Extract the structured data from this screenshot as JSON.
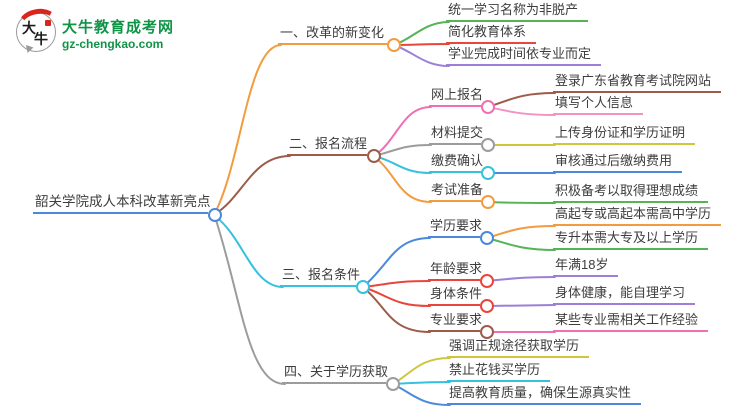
{
  "logo": {
    "icon_char_1": "大",
    "icon_char_2": "牛",
    "site_name": "大牛教育成考网",
    "site_url": "gz-chengkao.com"
  },
  "palette": {
    "blue": "#4a89dc",
    "orange": "#f29b3f",
    "brown": "#9e5b49",
    "green": "#55b455",
    "red": "#e8453c",
    "purple": "#9d80d6",
    "pink": "#ee6fb3",
    "pinklight": "#f393c4",
    "gray": "#9c9c9c",
    "olive": "#cfc63d",
    "cyan": "#36c1de",
    "text": "#3d3d3d",
    "brand_green": "#0f9447",
    "brand_red": "#da251d"
  },
  "map": {
    "root": {
      "label": "韶关学院成人本科改革新亮点",
      "color": "#4a89dc"
    },
    "branches": [
      {
        "label": "一、改革的新变化",
        "color": "#f29b3f",
        "children": [
          {
            "label": "统一学习名称为非脱产",
            "color": "#55b455"
          },
          {
            "label": "简化教育体系",
            "color": "#e8453c"
          },
          {
            "label": "学业完成时间依专业而定",
            "color": "#9d80d6"
          }
        ]
      },
      {
        "label": "二、报名流程",
        "color": "#9e5b49",
        "children": [
          {
            "label": "网上报名",
            "color": "#ee6fb3",
            "children": [
              {
                "label": "登录广东省教育考试院网站",
                "color": "#9e5b49"
              },
              {
                "label": "填写个人信息",
                "color": "#f393c4"
              }
            ]
          },
          {
            "label": "材料提交",
            "color": "#9c9c9c",
            "children": [
              {
                "label": "上传身份证和学历证明",
                "color": "#cfc63d"
              }
            ]
          },
          {
            "label": "缴费确认",
            "color": "#36c1de",
            "children": [
              {
                "label": "审核通过后缴纳费用",
                "color": "#4a89dc"
              }
            ]
          },
          {
            "label": "考试准备",
            "color": "#f29b3f",
            "children": [
              {
                "label": "积极备考以取得理想成绩",
                "color": "#55b455"
              }
            ]
          }
        ]
      },
      {
        "label": "三、报名条件",
        "color": "#36c1de",
        "children": [
          {
            "label": "学历要求",
            "color": "#4a89dc",
            "children": [
              {
                "label": "高起专或高起本需高中学历",
                "color": "#f29b3f"
              },
              {
                "label": "专升本需大专及以上学历",
                "color": "#55b455"
              }
            ]
          },
          {
            "label": "年龄要求",
            "color": "#e8453c",
            "children": [
              {
                "label": "年满18岁",
                "color": "#9d80d6"
              }
            ]
          },
          {
            "label": "身体条件",
            "color": "#e8453c",
            "children": [
              {
                "label": "身体健康，能自理学习",
                "color": "#9d80d6"
              }
            ]
          },
          {
            "label": "专业要求",
            "color": "#9e5b49",
            "children": [
              {
                "label": "某些专业需相关工作经验",
                "color": "#ee6fb3"
              }
            ]
          }
        ]
      },
      {
        "label": "四、关于学历获取",
        "color": "#9c9c9c",
        "children": [
          {
            "label": "强调正规途径获取学历",
            "color": "#cfc63d"
          },
          {
            "label": "禁止花钱买学历",
            "color": "#36c1de"
          },
          {
            "label": "提高教育质量，确保生源真实性",
            "color": "#4a89dc"
          }
        ]
      }
    ]
  }
}
